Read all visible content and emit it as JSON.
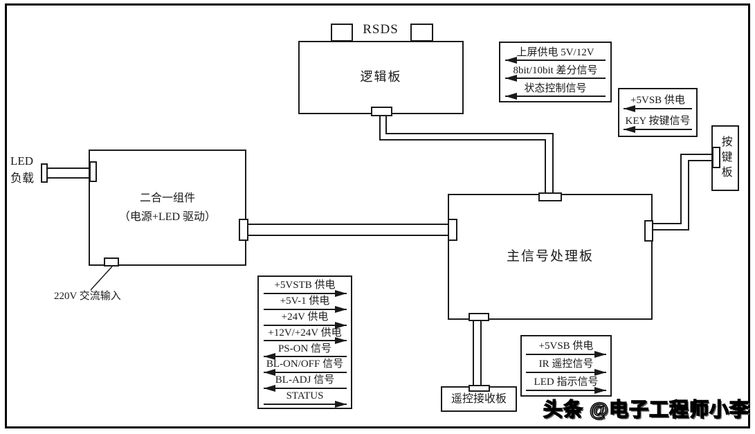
{
  "diagram": {
    "boards": {
      "logic": {
        "label": "逻辑板"
      },
      "combo": {
        "label_line1": "二合一组件",
        "label_line2": "（电源+LED 驱动）"
      },
      "main": {
        "label": "主信号处理板"
      },
      "key": {
        "label": "按键板"
      },
      "remote": {
        "label": "遥控接收板"
      }
    },
    "labels": {
      "rsds": "RSDS",
      "led_load_line1": "LED",
      "led_load_line2": "负载",
      "ac_input": "220V 交流输入"
    },
    "signal_boxes": {
      "panel_supply": {
        "rows": [
          {
            "text": "上屏供电 5V/12V",
            "dir": "left"
          },
          {
            "text": "8bit/10bit 差分信号",
            "dir": "left"
          },
          {
            "text": "状态控制信号",
            "dir": "left"
          }
        ]
      },
      "key_signals": {
        "rows": [
          {
            "text": "+5VSB 供电",
            "dir": "left"
          },
          {
            "text": "KEY 按键信号",
            "dir": "left"
          }
        ]
      },
      "power_signals": {
        "rows": [
          {
            "text": "+5VSTB 供电",
            "dir": "right"
          },
          {
            "text": "+5V-1 供电",
            "dir": "right"
          },
          {
            "text": "+24V 供电",
            "dir": "right"
          },
          {
            "text": "+12V/+24V 供电",
            "dir": "right"
          },
          {
            "text": "PS-ON 信号",
            "dir": "left"
          },
          {
            "text": "BL-ON/OFF 信号",
            "dir": "left"
          },
          {
            "text": "BL-ADJ 信号",
            "dir": "left"
          },
          {
            "text": "STATUS",
            "dir": "right"
          }
        ]
      },
      "remote_signals": {
        "rows": [
          {
            "text": "+5VSB 供电",
            "dir": "right"
          },
          {
            "text": "IR 遥控信号",
            "dir": "right"
          },
          {
            "text": "LED 指示信号",
            "dir": "right"
          }
        ]
      }
    },
    "watermark": "头条 @电子工程师小李",
    "colors": {
      "line": "#1a1a1a",
      "background": "#ffffff",
      "watermark_fill": "#ffffff",
      "watermark_outline": "#000000"
    }
  }
}
